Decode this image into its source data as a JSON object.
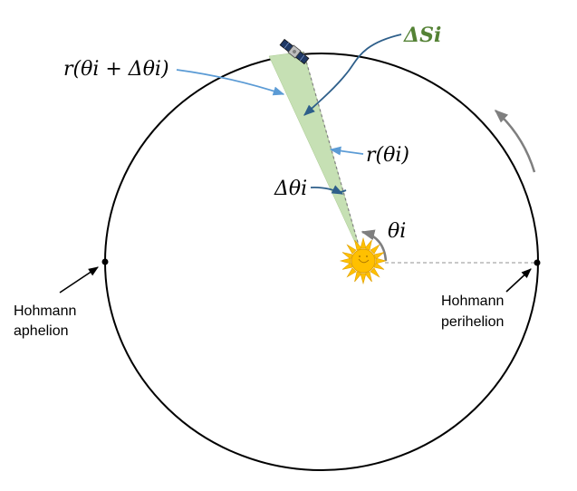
{
  "labels": {
    "r_theta_plus": "r(θi + Δθi)",
    "delta_s": "ΔSi",
    "r_theta": "r(θi)",
    "delta_theta": "Δθi",
    "theta": "θi",
    "aphelion_line1": "Hohmann",
    "aphelion_line2": "aphelion",
    "perihelion_line1": "Hohmann",
    "perihelion_line2": "perihelion"
  },
  "colors": {
    "orbit": "#000000",
    "sector_fill": "#c6e0b4",
    "leader_blue": "#5b9bd5",
    "leader_dark": "#2e5f8a",
    "delta_s_green": "#548235",
    "sun": "#ffc000",
    "gray_arrow": "#7f7f7f"
  },
  "icons": {
    "satellite": "satellite-icon",
    "sun": "sun-icon"
  }
}
